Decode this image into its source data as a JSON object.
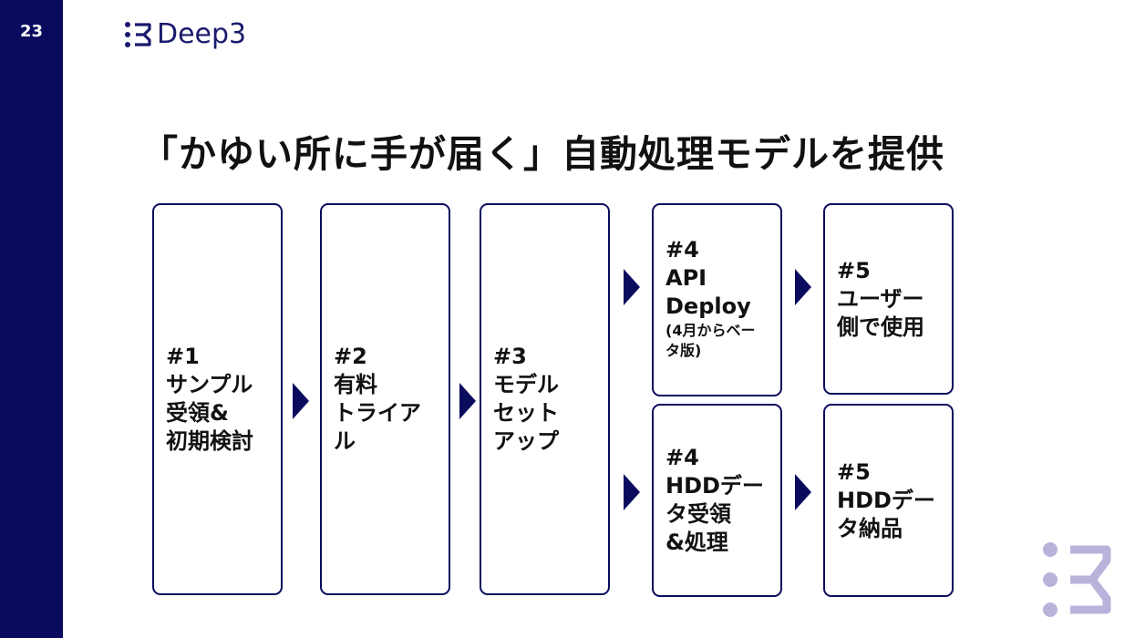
{
  "page": {
    "number": "23"
  },
  "logo": {
    "text": "Deep3",
    "icon": "deep3-logo-mark"
  },
  "title": "「かゆい所に手が届く」自動処理モデルを提供",
  "steps": {
    "s1": {
      "lines": [
        "#1",
        "サンプル",
        "受領&",
        "初期検討"
      ]
    },
    "s2": {
      "lines": [
        "#2",
        "有料",
        "トライア",
        "ル"
      ]
    },
    "s3": {
      "lines": [
        "#3",
        "モデル",
        "セット",
        "アップ"
      ]
    },
    "s4a": {
      "lines": [
        "#4",
        "API",
        "Deploy"
      ],
      "note_lines": [
        "(4月からベー",
        "タ版)"
      ]
    },
    "s4b": {
      "lines": [
        "#4",
        "HDDデー",
        "タ受領",
        "&処理"
      ]
    },
    "s5a": {
      "lines": [
        "#5",
        "ユーザー",
        "側で使用"
      ]
    },
    "s5b": {
      "lines": [
        "#5",
        "HDDデー",
        "タ納品"
      ]
    }
  },
  "colors": {
    "navy": "#0b0b5e",
    "mark": "#b9b3dc"
  }
}
